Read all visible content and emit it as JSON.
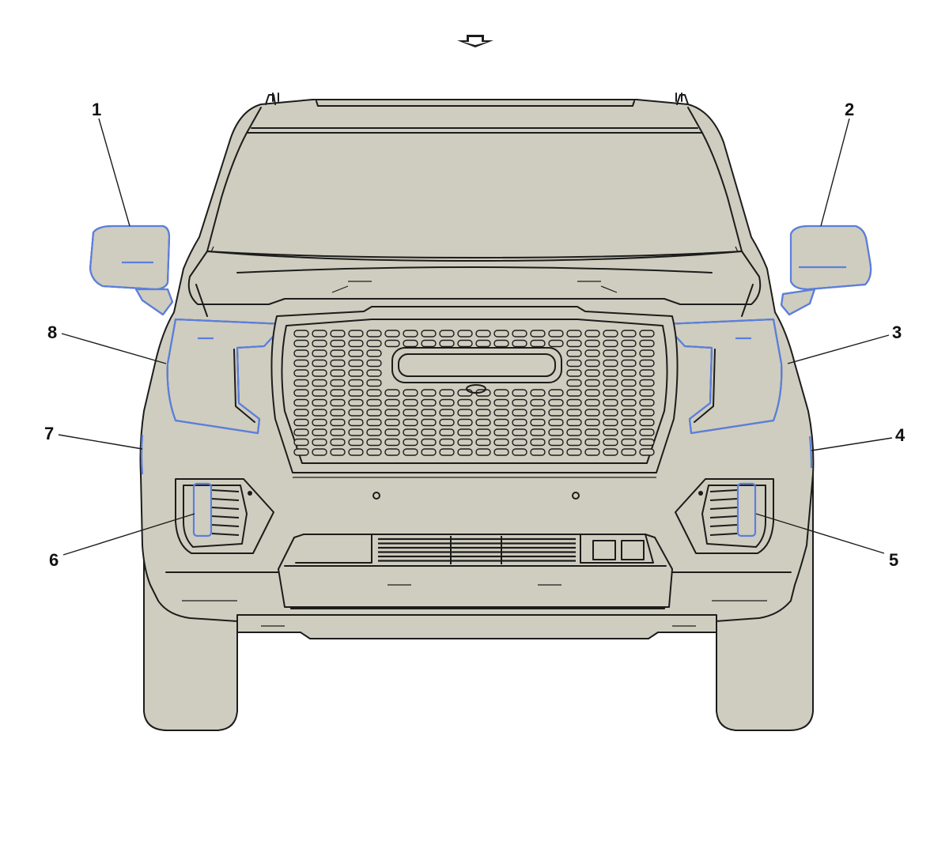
{
  "colors": {
    "body_fill": "#cfcdbf",
    "outline": "#1c1c1c",
    "highlight": "#5b7fe0",
    "background": "#ffffff"
  },
  "icons": {
    "view_direction": "view-direction-arrow-icon"
  },
  "callouts": [
    "1",
    "2",
    "3",
    "4",
    "5",
    "6",
    "7",
    "8"
  ]
}
